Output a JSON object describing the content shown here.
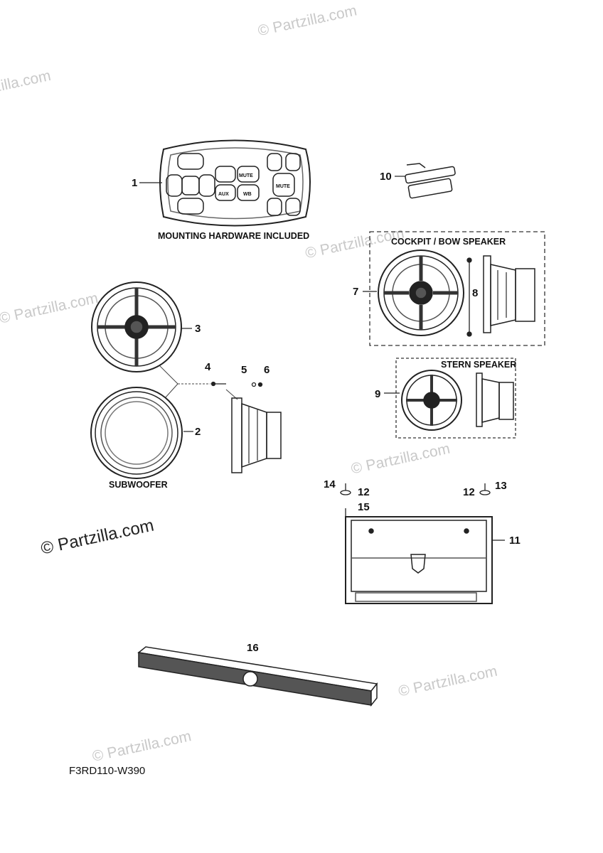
{
  "diagram": {
    "code": "F3RD110-W390",
    "captions": {
      "mounting": "MOUNTING HARDWARE INCLUDED",
      "cockpit": "COCKPIT / BOW SPEAKER",
      "stern": "STERN SPEAKER",
      "subwoofer": "SUBWOOFER"
    },
    "remote_buttons": {
      "mute_left": "MUTE",
      "aux": "AUX",
      "wb": "WB",
      "mute_right": "MUTE"
    },
    "callouts": [
      "1",
      "2",
      "3",
      "4",
      "5",
      "6",
      "7",
      "8",
      "9",
      "10",
      "11",
      "12",
      "12",
      "13",
      "14",
      "15",
      "16"
    ],
    "watermark": "© Partzilla.com"
  }
}
